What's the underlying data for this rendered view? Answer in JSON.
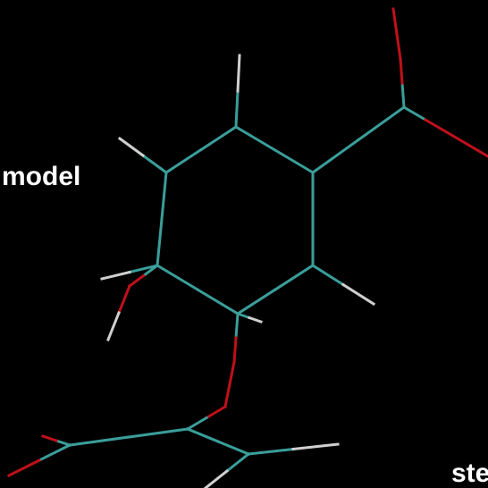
{
  "labels": {
    "left": "model",
    "corner": "ste"
  },
  "colors": {
    "background": "#000000",
    "carbon": "#3a9e9a",
    "oxygen": "#c0101a",
    "hydrogen": "#d0d0d0",
    "text": "#ffffff"
  },
  "view": {
    "style": "wireframe",
    "rendering": "stick-bonds"
  }
}
